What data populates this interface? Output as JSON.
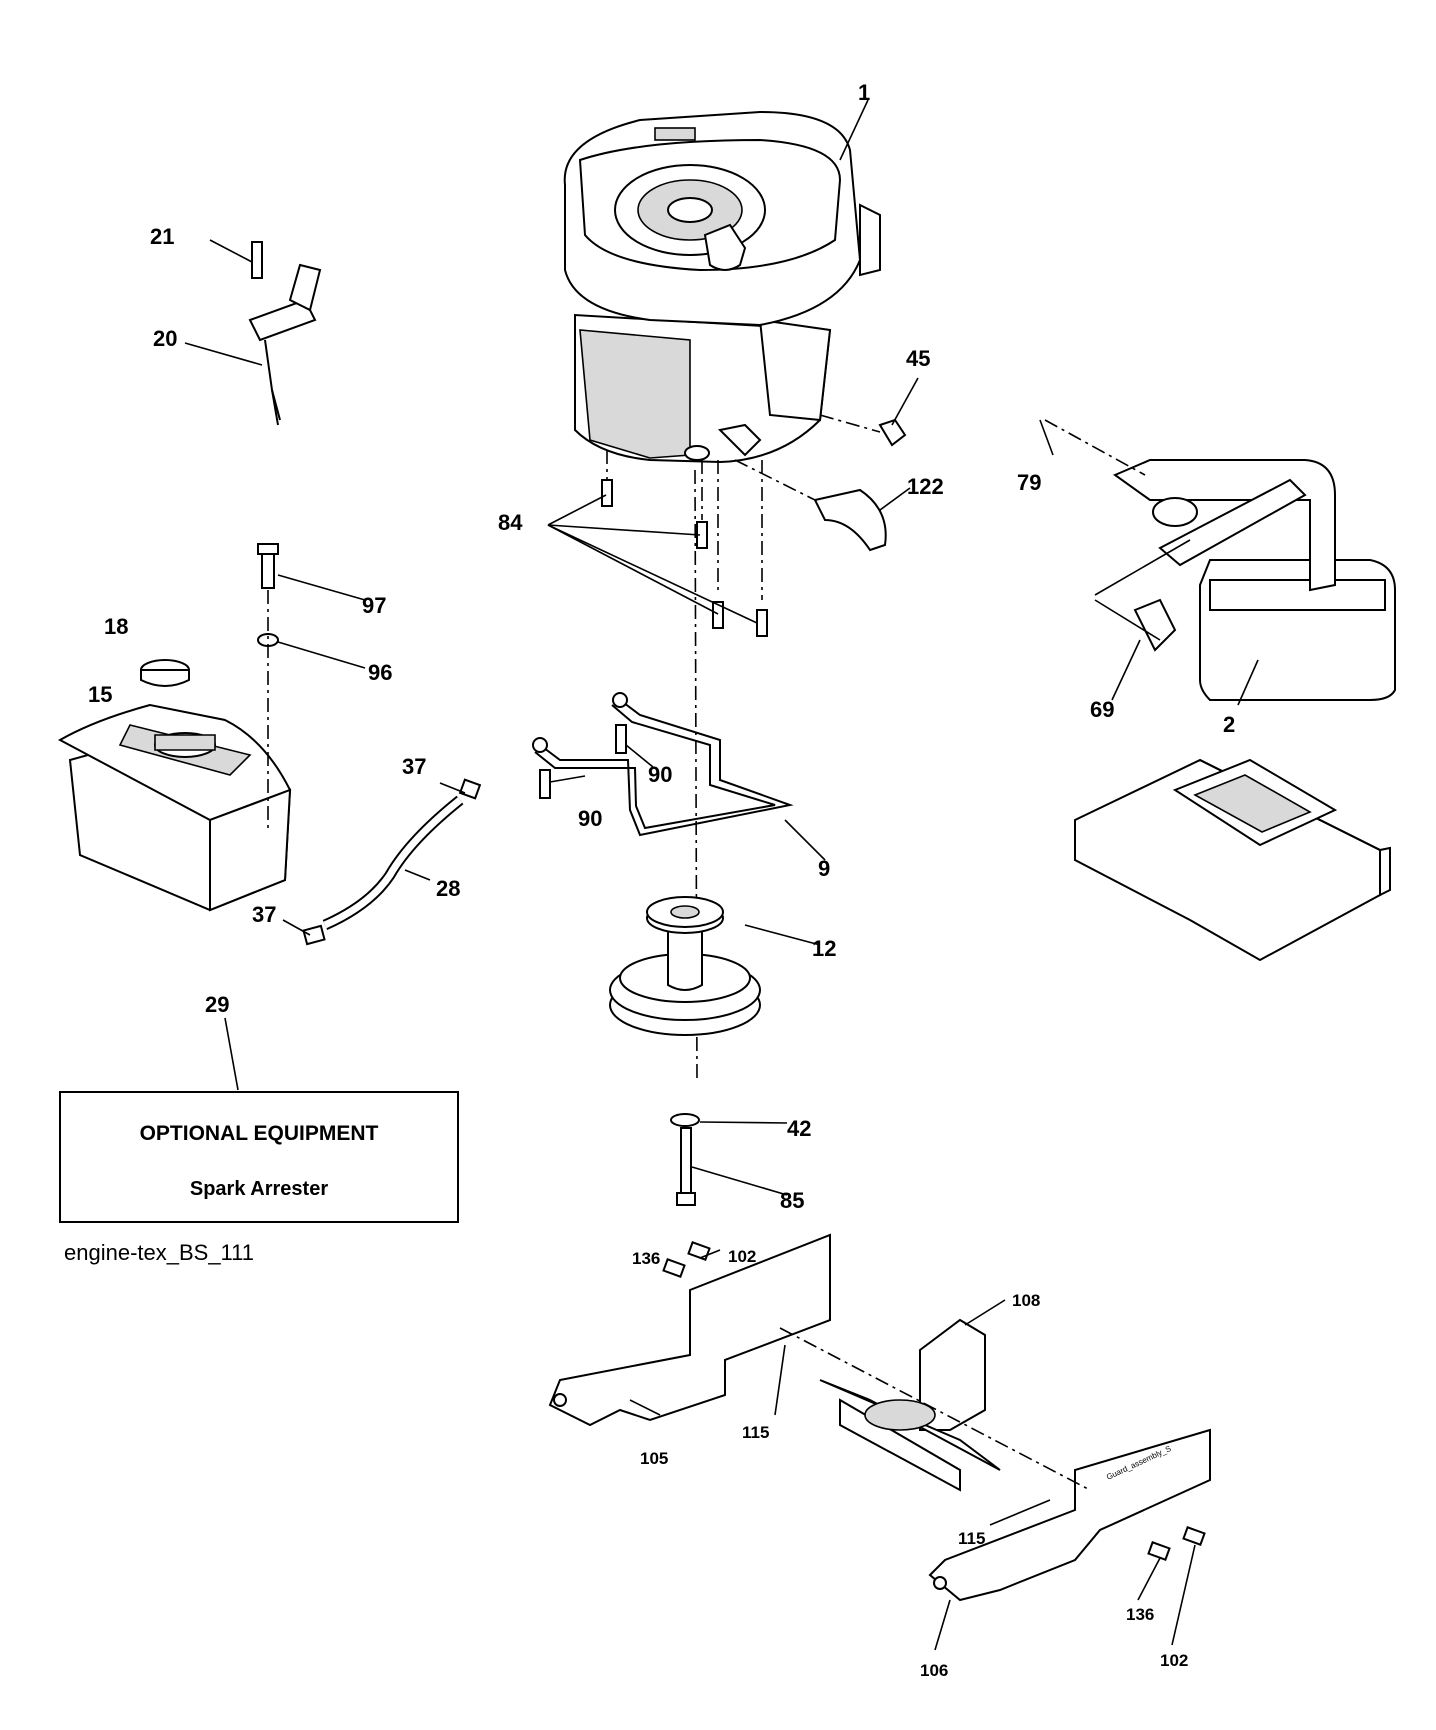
{
  "callouts": {
    "c1": "1",
    "c2": "2",
    "c9": "9",
    "c12": "12",
    "c15": "15",
    "c18": "18",
    "c20": "20",
    "c21": "21",
    "c28": "28",
    "c29": "29",
    "c37a": "37",
    "c37b": "37",
    "c42": "42",
    "c45": "45",
    "c69": "69",
    "c79": "79",
    "c84": "84",
    "c85": "85",
    "c90a": "90",
    "c90b": "90",
    "c96": "96",
    "c97": "97",
    "c122": "122",
    "c136a": "136",
    "c102a": "102",
    "c108": "108",
    "c105": "105",
    "c115a": "115",
    "c115b": "115",
    "c106": "106",
    "c136b": "136",
    "c102b": "102"
  },
  "optional_box": {
    "title": "OPTIONAL EQUIPMENT",
    "subtitle": "Spark Arrester"
  },
  "caption": "engine-tex_BS_111",
  "stamp": "Guard_assembly_S"
}
